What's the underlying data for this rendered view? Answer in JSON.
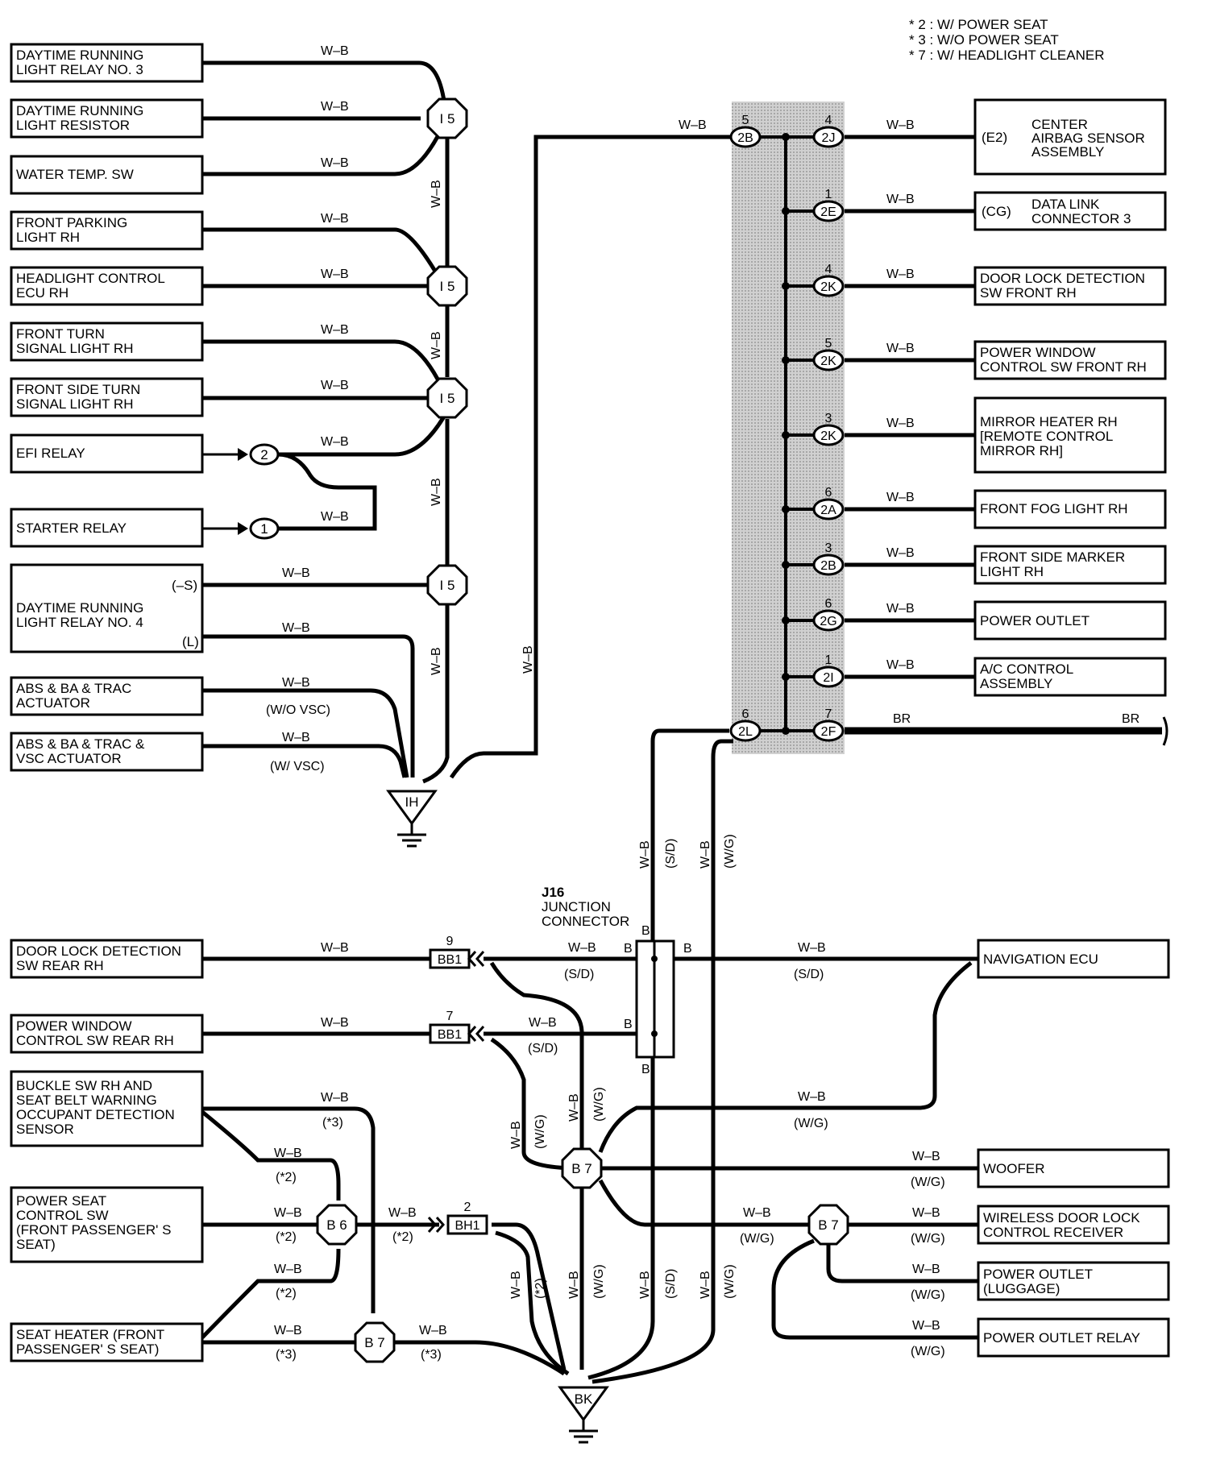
{
  "legend": [
    "* 2 : W/ POWER SEAT",
    "* 3 : W/O POWER SEAT",
    "* 7 : W/ HEADLIGHT CLEANER"
  ],
  "colors": {
    "wire": "#000000",
    "shade": "#b5b5b5",
    "background": "#ffffff"
  },
  "icons": [
    "ground-symbol-icon",
    "connector-arrow-icon"
  ],
  "wire_colors": {
    "wb": "W–B",
    "br": "BR",
    "b": "B"
  },
  "variants": {
    "sd": "(S/D)",
    "wg": "(W/G)",
    "wovsc": "(W/O VSC)",
    "wvsc": "(W/ VSC)",
    "s2": "(*2)",
    "s3": "(*3)",
    "neg_s": "(–S)",
    "l": "(L)"
  },
  "splices": {
    "i5": "I 5",
    "b6": "B 6",
    "b7": "B 7"
  },
  "grounds": {
    "ih": "IH",
    "bk": "BK"
  },
  "junction": {
    "id": "J16",
    "name1": "JUNCTION",
    "name2": "CONNECTOR"
  },
  "left_components": [
    {
      "line1": "DAYTIME RUNNING",
      "line2": "LIGHT RELAY NO. 3"
    },
    {
      "line1": "DAYTIME RUNNING",
      "line2": "LIGHT RESISTOR"
    },
    {
      "line1": "WATER TEMP.  SW",
      "line2": ""
    },
    {
      "line1": "FRONT PARKING",
      "line2": "LIGHT RH"
    },
    {
      "line1": "HEADLIGHT CONTROL",
      "line2": "ECU RH"
    },
    {
      "line1": "FRONT TURN",
      "line2": "SIGNAL LIGHT RH"
    },
    {
      "line1": "FRONT SIDE TURN",
      "line2": "SIGNAL LIGHT RH"
    },
    {
      "line1": "EFI RELAY",
      "line2": ""
    },
    {
      "line1": "STARTER RELAY",
      "line2": ""
    },
    {
      "line1": "DAYTIME RUNNING",
      "line2": "LIGHT RELAY NO. 4"
    },
    {
      "line1": "ABS & BA & TRAC",
      "line2": "ACTUATOR"
    },
    {
      "line1": "ABS & BA & TRAC &",
      "line2": "VSC ACTUATOR"
    }
  ],
  "relay_pins": {
    "efi": "2",
    "starter": "1"
  },
  "right_components": [
    {
      "pin_label": "(E2)",
      "lines": [
        "CENTER",
        "AIRBAG SENSOR",
        "ASSEMBLY"
      ]
    },
    {
      "pin_label": "(CG)",
      "lines": [
        "DATA LINK",
        "CONNECTOR 3"
      ]
    },
    {
      "pin_label": "",
      "lines": [
        "DOOR LOCK DETECTION",
        "SW FRONT RH"
      ]
    },
    {
      "pin_label": "",
      "lines": [
        "POWER WINDOW",
        "CONTROL SW FRONT RH"
      ]
    },
    {
      "pin_label": "",
      "lines": [
        "MIRROR HEATER RH",
        "[REMOTE CONTROL",
        " MIRROR RH]"
      ]
    },
    {
      "pin_label": "",
      "lines": [
        "FRONT FOG LIGHT RH"
      ]
    },
    {
      "pin_label": "",
      "lines": [
        "FRONT SIDE MARKER",
        "LIGHT RH"
      ]
    },
    {
      "pin_label": "",
      "lines": [
        "POWER OUTLET"
      ]
    },
    {
      "pin_label": "",
      "lines": [
        "A/C CONTROL",
        "ASSEMBLY"
      ]
    }
  ],
  "junction_pins": [
    {
      "pin": "4",
      "code": "2J"
    },
    {
      "pin": "1",
      "code": "2E"
    },
    {
      "pin": "4",
      "code": "2K"
    },
    {
      "pin": "5",
      "code": "2K"
    },
    {
      "pin": "3",
      "code": "2K"
    },
    {
      "pin": "6",
      "code": "2A"
    },
    {
      "pin": "3",
      "code": "2B"
    },
    {
      "pin": "6",
      "code": "2G"
    },
    {
      "pin": "1",
      "code": "2I"
    },
    {
      "pin": "7",
      "code": "2F"
    }
  ],
  "left_pins": [
    {
      "pin": "5",
      "code": "2B"
    },
    {
      "pin": "6",
      "code": "2L"
    }
  ],
  "bottom_left_components": [
    {
      "lines": [
        "DOOR LOCK DETECTION",
        "SW REAR RH"
      ]
    },
    {
      "lines": [
        "POWER WINDOW",
        "CONTROL SW REAR RH"
      ]
    },
    {
      "lines": [
        "BUCKLE SW RH AND",
        "SEAT BELT WARNING",
        "OCCUPANT DETECTION",
        "SENSOR"
      ]
    },
    {
      "lines": [
        "POWER SEAT",
        "CONTROL SW",
        "(FRONT PASSENGER' S",
        " SEAT)"
      ]
    },
    {
      "lines": [
        "SEAT HEATER (FRONT",
        "PASSENGER' S SEAT)"
      ]
    }
  ],
  "bottom_right_components": [
    {
      "lines": [
        "NAVIGATION ECU"
      ]
    },
    {
      "lines": [
        "WOOFER"
      ]
    },
    {
      "lines": [
        "WIRELESS DOOR LOCK",
        "CONTROL RECEIVER"
      ]
    },
    {
      "lines": [
        "POWER OUTLET",
        "(LUGGAGE)"
      ]
    },
    {
      "lines": [
        "POWER OUTLET RELAY"
      ]
    }
  ],
  "connectors": [
    {
      "pin": "9",
      "code": "BB1"
    },
    {
      "pin": "7",
      "code": "BB1"
    },
    {
      "pin": "2",
      "code": "BH1"
    }
  ]
}
